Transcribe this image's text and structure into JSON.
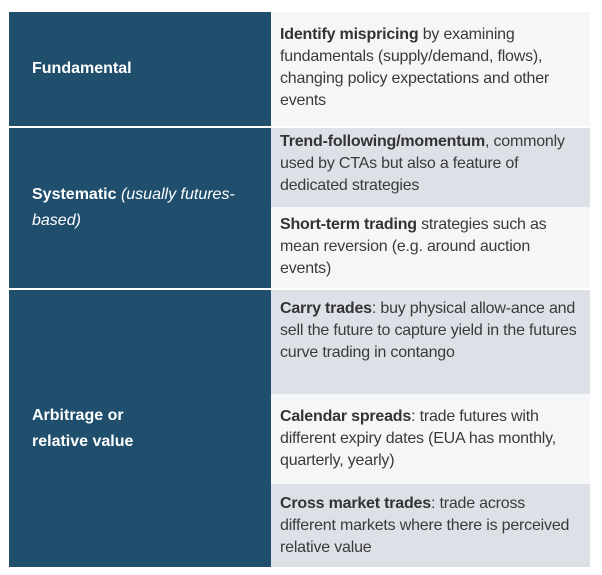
{
  "rows": [
    {
      "category": "Fundamental",
      "category_note": "",
      "items": [
        {
          "bold": "Identify mispricing",
          "text": " by examining fundamentals (supply/demand, flows), changing policy expectations and other events"
        }
      ]
    },
    {
      "category": "Systematic",
      "category_note": " (usually futures-based)",
      "items": [
        {
          "bold": "Trend-following/momentum",
          "text": ", commonly used by CTAs but also a feature of dedicated strategies"
        },
        {
          "bold": "Short-term trading",
          "text": " strategies such as mean reversion (e.g. around auction events)"
        }
      ]
    },
    {
      "category": "Arbitrage or relative value",
      "category_note": "",
      "items": [
        {
          "bold": "Carry trades",
          "text": ": buy physical allow-ance and sell the future to capture yield in the futures curve trading in contango"
        },
        {
          "bold": "Calendar spreads",
          "text": ": trade futures with different expiry dates (EUA has monthly, quarterly, yearly)"
        },
        {
          "bold": "Cross market trades",
          "text": ": trade across different markets where there is perceived relative value"
        }
      ]
    }
  ]
}
